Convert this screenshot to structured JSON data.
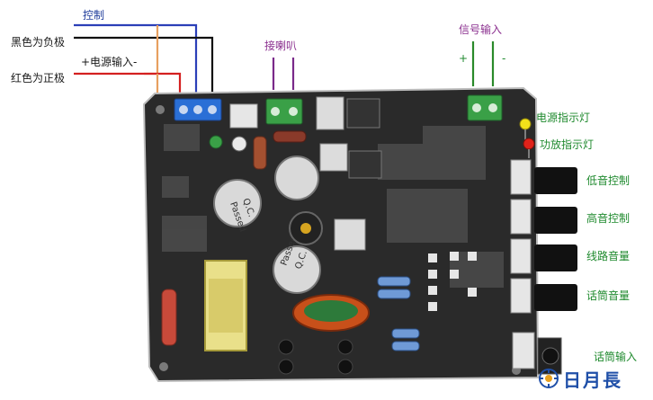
{
  "labels_left": {
    "control": "控制",
    "black_negative": "黑色为负极",
    "power_input": "+电源输入-",
    "red_positive": "红色为正极"
  },
  "labels_top": {
    "speaker": "接喇叭",
    "signal_input": "信号输入",
    "plus": "+",
    "minus": "-"
  },
  "labels_right": {
    "power_led": "电源指示灯",
    "amp_led": "功放指示灯",
    "bass": "低音控制",
    "treble": "高音控制",
    "line_volume": "线路音量",
    "mic_volume": "话筒音量",
    "mic_input": "话筒输入"
  },
  "board_marks": {
    "cap_label_1": "Passed",
    "cap_label_2": "Q.C.",
    "cap_label_3": "Passed",
    "cap_label_4": "Q.C."
  },
  "logo": {
    "text": "日月長"
  },
  "colors": {
    "board": "#2a2a2a",
    "wire_blue": "#2b3fb8",
    "wire_black": "#111111",
    "wire_red": "#d42020",
    "wire_orange": "#e8a060",
    "wire_purple": "#7a2a8a",
    "wire_green": "#2a8a2a",
    "terminal_blue": "#2a6fd6",
    "terminal_green": "#3aa047",
    "led_yellow": "#f2e21a",
    "led_red": "#e0221a"
  }
}
